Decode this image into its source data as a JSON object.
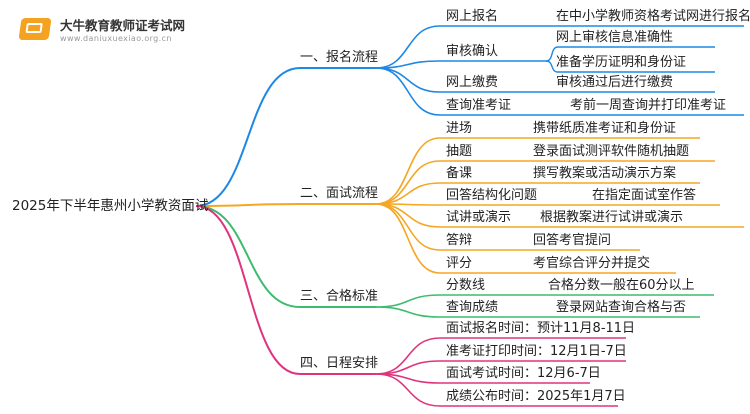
{
  "brand": {
    "name": "大牛教育教师证考试网",
    "url": "www.daniuxuexiao.org.cn"
  },
  "mindmap": {
    "root": "2025年下半年惠州小学教资面试",
    "branches": [
      {
        "label": "一、报名流程",
        "color": "#1e88e5",
        "items": [
          {
            "label": "网上报名",
            "details": [
              "在中小学教师资格考试网进行报名"
            ]
          },
          {
            "label": "审核确认",
            "details": [
              "网上审核信息准确性",
              "准备学历证明和身份证"
            ]
          },
          {
            "label": "网上缴费",
            "details": [
              "审核通过后进行缴费"
            ]
          },
          {
            "label": "查询准考证",
            "details": [
              "考前一周查询并打印准考证"
            ]
          }
        ]
      },
      {
        "label": "二、面试流程",
        "color": "#f5a623",
        "items": [
          {
            "label": "进场",
            "details": [
              "携带纸质准考证和身份证"
            ]
          },
          {
            "label": "抽题",
            "details": [
              "登录面试测评软件随机抽题"
            ]
          },
          {
            "label": "备课",
            "details": [
              "撰写教案或活动演示方案"
            ]
          },
          {
            "label": "回答结构化问题",
            "details": [
              "在指定面试室作答"
            ]
          },
          {
            "label": "试讲或演示",
            "details": [
              "根据教案进行试讲或演示"
            ]
          },
          {
            "label": "答辩",
            "details": [
              "回答考官提问"
            ]
          },
          {
            "label": "评分",
            "details": [
              "考官综合评分并提交"
            ]
          }
        ]
      },
      {
        "label": "三、合格标准",
        "color": "#3dbb6e",
        "items": [
          {
            "label": "分数线",
            "details": [
              "合格分数一般在60分以上"
            ]
          },
          {
            "label": "查询成绩",
            "details": [
              "登录网站查询合格与否"
            ]
          }
        ]
      },
      {
        "label": "四、日程安排",
        "color": "#e0337e",
        "items": [
          {
            "label": "面试报名时间：预计11月8-11日",
            "details": []
          },
          {
            "label": "准考证打印时间：12月1日-7日",
            "details": []
          },
          {
            "label": "面试考试时间：12月6-7日",
            "details": []
          },
          {
            "label": "成绩公布时间：2025年1月7日",
            "details": []
          }
        ]
      }
    ]
  }
}
